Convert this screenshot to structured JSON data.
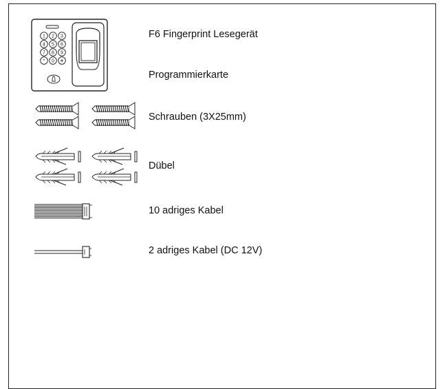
{
  "items": [
    {
      "label": "F6 Fingerprint Lesegerät",
      "icon": "fingerprint-reader-icon"
    },
    {
      "label": "Programmierkarte",
      "icon": "programming-card"
    },
    {
      "label": "Schrauben (3X25mm)",
      "icon": "screws-icon"
    },
    {
      "label": "Dübel",
      "icon": "wall-plugs-icon"
    },
    {
      "label": "10 adriges Kabel",
      "icon": "ribbon-cable-icon"
    },
    {
      "label": "2 adriges Kabel (DC 12V)",
      "icon": "power-cable-icon"
    }
  ],
  "keypad": {
    "keys": [
      [
        "1",
        "2",
        "3"
      ],
      [
        "4",
        "5",
        "6"
      ],
      [
        "7",
        "8",
        "9"
      ],
      [
        "*",
        "0",
        "#"
      ]
    ],
    "bell_key": "bell"
  }
}
